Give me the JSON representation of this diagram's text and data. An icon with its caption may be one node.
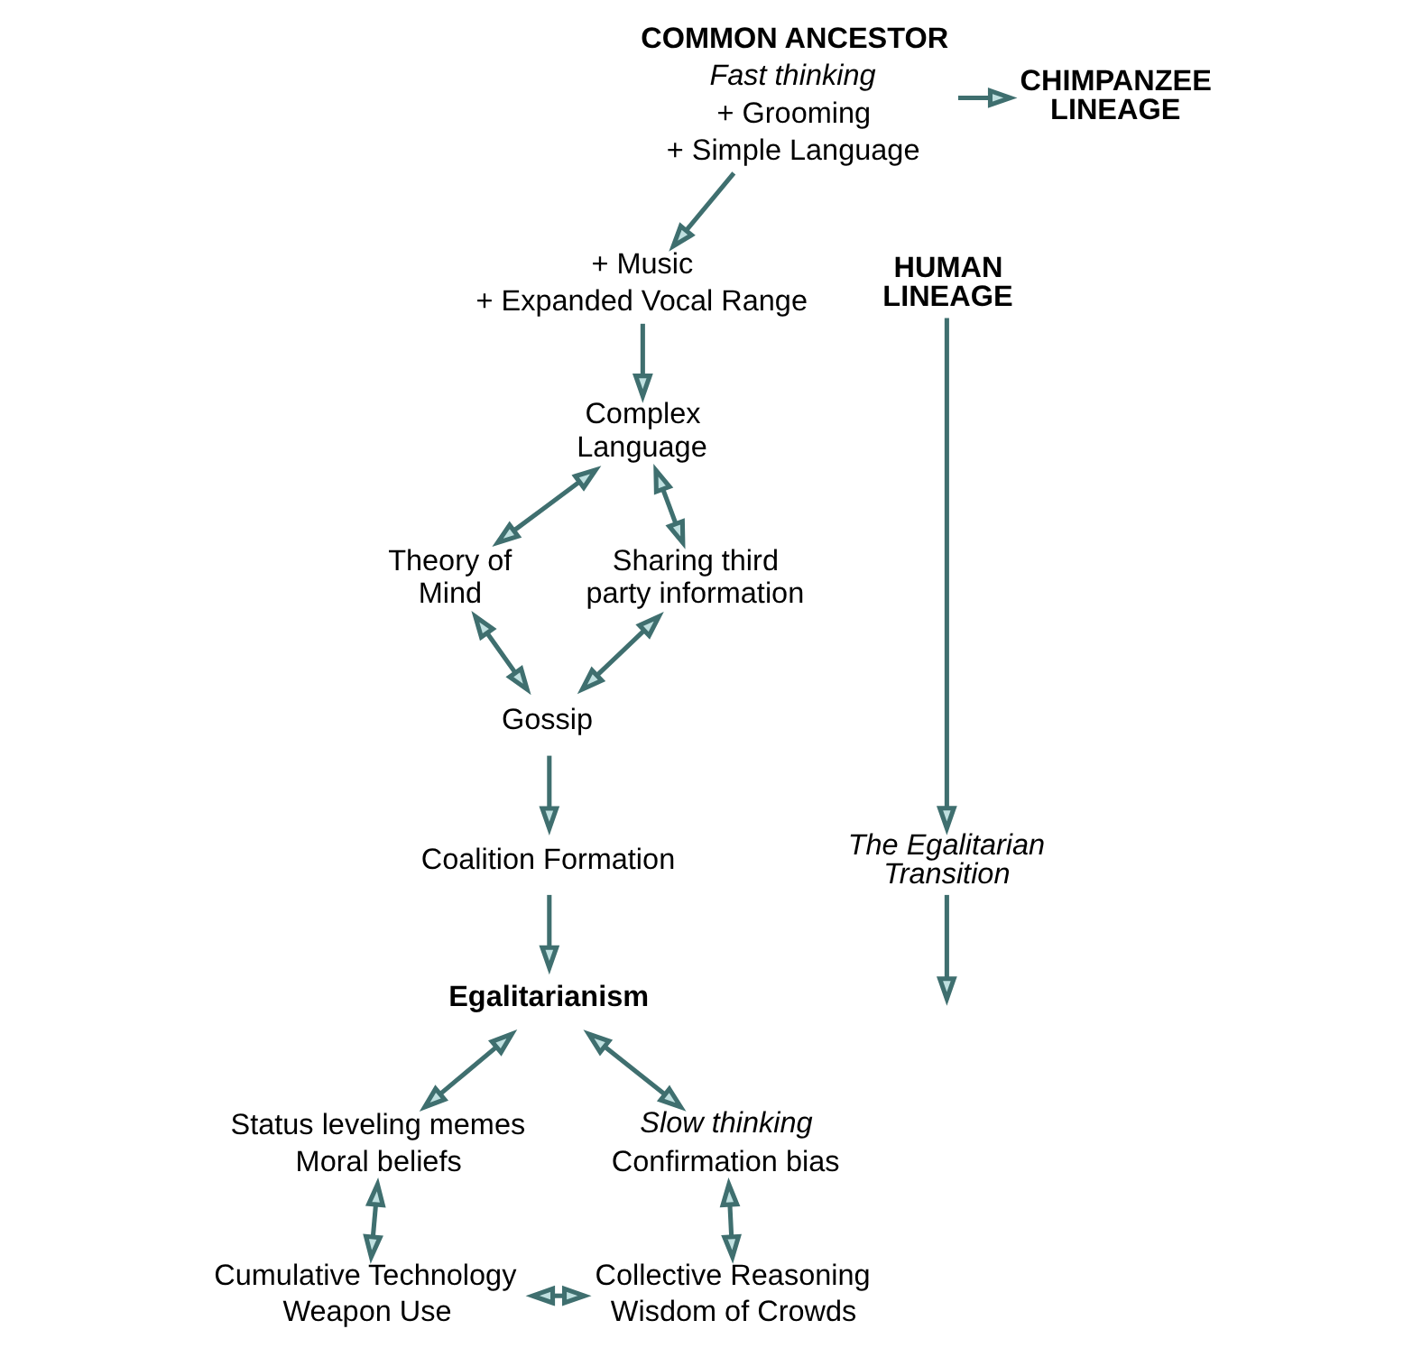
{
  "diagram": {
    "nodes": [
      {
        "text": [
          "COMMON ANCESTOR",
          "Fast thinking",
          "+ Grooming",
          "+ Simple Language"
        ]
      },
      {
        "text": [
          "CHIMPANZEE LINEAGE"
        ]
      },
      {
        "text": [
          "+ Music",
          "+ Expanded Vocal Range"
        ]
      },
      {
        "text": [
          "HUMAN LINEAGE"
        ]
      },
      {
        "text": [
          "Complex Language"
        ]
      },
      {
        "text": [
          "Theory of Mind"
        ]
      },
      {
        "text": [
          "Sharing third party information"
        ]
      },
      {
        "text": [
          "Gossip"
        ]
      },
      {
        "text": [
          "Coalition Formation"
        ]
      },
      {
        "text": [
          "Egalitarianism"
        ]
      },
      {
        "text": [
          "Status leveling memes",
          "Moral beliefs"
        ]
      },
      {
        "text": [
          "Slow thinking",
          "Confirmation bias"
        ]
      },
      {
        "text": [
          "Cumulative Technology",
          "Weapon Use"
        ]
      },
      {
        "text": [
          "Collective Reasoning",
          "Wisdom of Crowds"
        ]
      },
      {
        "text": [
          "The Egalitarian Transition"
        ]
      }
    ],
    "edges": [
      {
        "from": 0,
        "to": 1,
        "arrow": "to"
      },
      {
        "from": 0,
        "to": 2,
        "arrow": "to"
      },
      {
        "from": 2,
        "to": 4,
        "arrow": "to"
      },
      {
        "from": 4,
        "to": 5,
        "arrow": "both"
      },
      {
        "from": 4,
        "to": 6,
        "arrow": "both"
      },
      {
        "from": 5,
        "to": 7,
        "arrow": "both"
      },
      {
        "from": 6,
        "to": 7,
        "arrow": "both"
      },
      {
        "from": 7,
        "to": 8,
        "arrow": "to"
      },
      {
        "from": 8,
        "to": 9,
        "arrow": "to"
      },
      {
        "from": 9,
        "to": 10,
        "arrow": "both"
      },
      {
        "from": 9,
        "to": 11,
        "arrow": "both"
      },
      {
        "from": 10,
        "to": 12,
        "arrow": "both"
      },
      {
        "from": 11,
        "to": 13,
        "arrow": "both"
      },
      {
        "from": 12,
        "to": 13,
        "arrow": "both"
      },
      {
        "from": 3,
        "to": 14,
        "arrow": "to"
      },
      {
        "from": 14,
        "to": null,
        "arrow": "to"
      }
    ]
  }
}
